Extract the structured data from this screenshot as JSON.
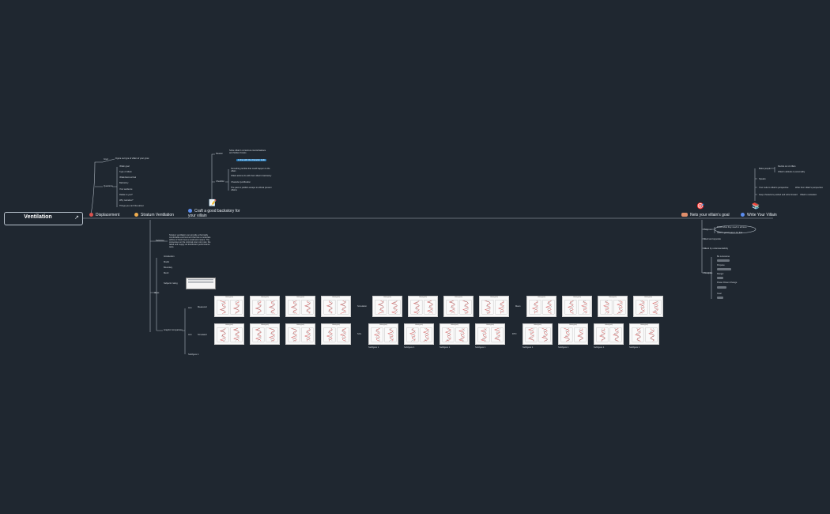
{
  "root": {
    "label": "Ventilation"
  },
  "topics": {
    "displacement": "Displacement",
    "stratum": "Stratum Ventilation",
    "backstory": "Craft a good backstory for your villain",
    "goal": "Nets your villain's goal",
    "write": "Write Your Villain"
  },
  "displacement": {
    "goal_label": "Goal",
    "goal_child": "Figure out type of villain of your grow",
    "questions_label": "Questions",
    "questions": [
      "Villain goal",
      "Type of villain",
      "Villain/Hero arrival",
      "Backstory",
      "Your audience",
      "Relate to you?",
      "Why narrative?",
      "Things you can't like about"
    ]
  },
  "backstory": {
    "reason_label": "Reason",
    "reason_text": "Solve villain's conscious counterbalance and hidden threats",
    "highlight": "In line with the character traits",
    "checklist_label": "Checklist",
    "checklist": [
      "Something terrible that could happen to the villain",
      "Villain actions do with their villain's backstory",
      "Character justification",
      "The past to publish escape to ethical present villains"
    ]
  },
  "stratum": {
    "definition_label": "Definition",
    "definition_text": "Stratum ventilation can provide a thermally comfortable environment that has a moderate airflow of fresh heat a small and means. The consensus on the minimal room not most, the failed and supply air distribution performance tests.",
    "ideas_label": "Ideas",
    "ideas": [
      "Introduction",
      "Model",
      "Boundary",
      "Mesh",
      "Subjects' rating"
    ],
    "graphs_label": "Graphic Comparison",
    "row_labels": [
      "Arm",
      "Arm"
    ],
    "sub_labels": [
      "Measured",
      "Simulated"
    ],
    "extra_label": "Subfigure 4",
    "mid_labels_top": [
      "Simulation",
      "Mean"
    ],
    "mid_labels_bottom": [
      "SOL",
      "DTO"
    ],
    "plot_title": "Velocity (m/s)",
    "caption": "Subfigure 1"
  },
  "goal": {
    "progress_label": "Progress",
    "progress_items": [
      "Prove what they need to achieve",
      "Have a good reason for that"
    ],
    "lines": [
      "Good and opposite",
      "Attack by understandability"
    ],
    "principles_label": "Principles",
    "principles": [
      "Be Lonesome",
      "Purpose",
      "Danger",
      "Power Driven Change",
      "Goal"
    ]
  },
  "write": {
    "make_people": "Make people",
    "make_children": [
      "Decide out of villain",
      "Villain's attitude or personality"
    ],
    "speaks": "Speaks",
    "your_code": "Your code to villain's perspective",
    "your_code_child": "Write from villain's perspective",
    "keep_people": "Keep characters pushed and write forward",
    "keep_child": "Villain's motivation"
  }
}
